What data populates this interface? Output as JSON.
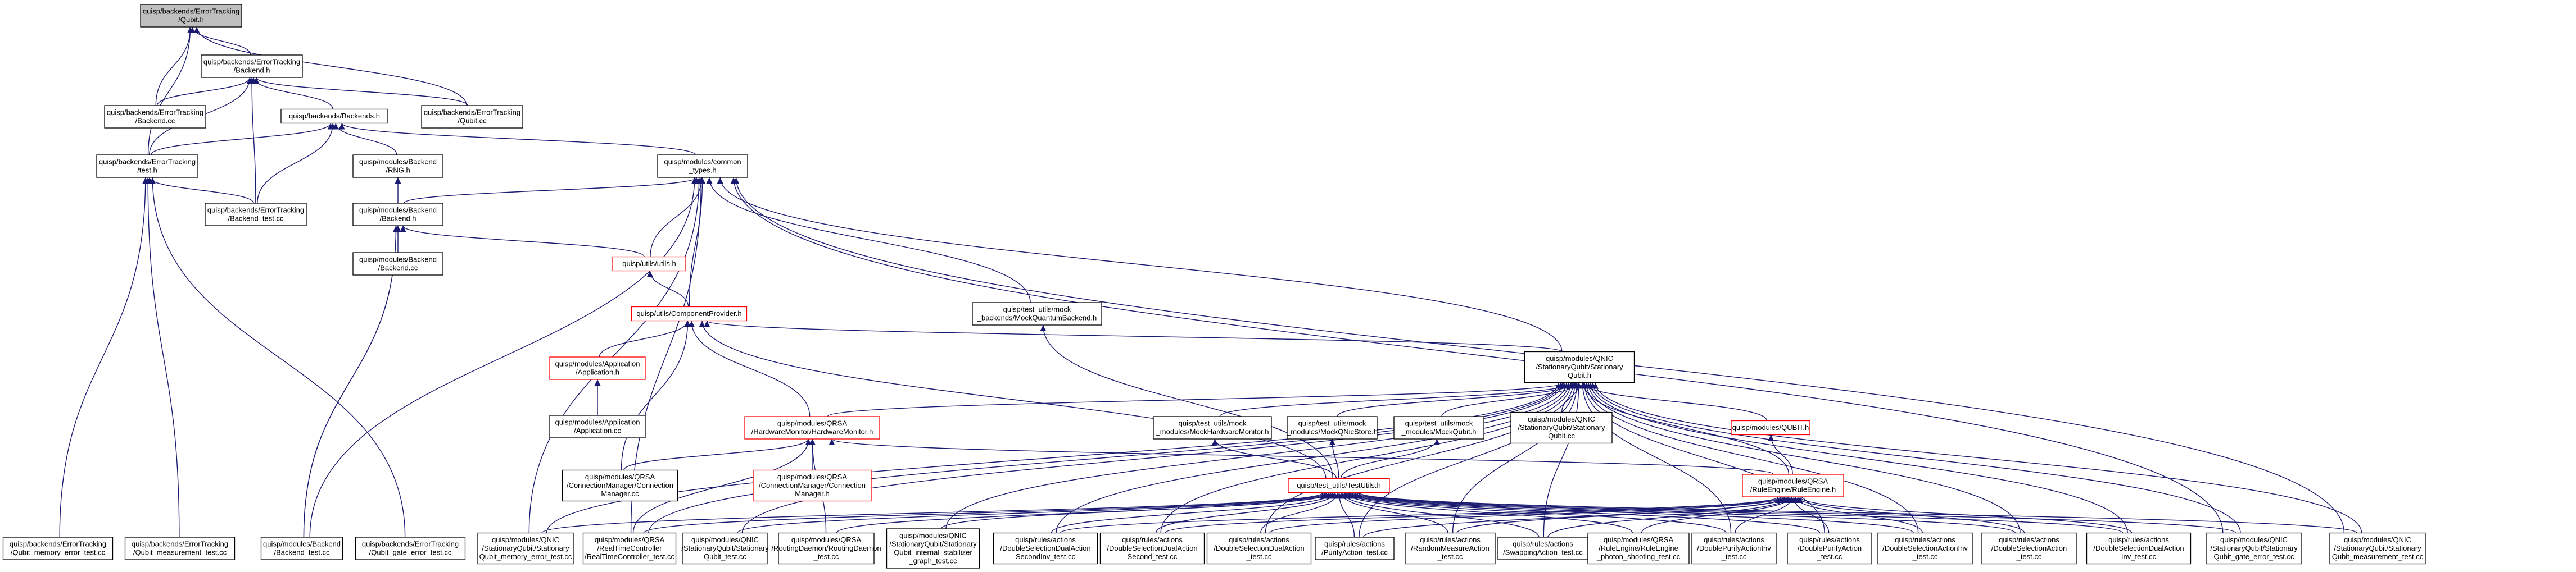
{
  "diagram": {
    "colors": {
      "edge": "#191970",
      "node_border": "#000000",
      "node_fill": "#ffffff",
      "root_fill": "#bfbfbf",
      "truncated_border": "#ff0000",
      "text": "#000000"
    },
    "nodes": [
      {
        "id": "qubit_h",
        "lines": [
          "quisp/backends/ErrorTracking",
          "/Qubit.h"
        ],
        "kind": "root"
      },
      {
        "id": "backend_h",
        "lines": [
          "quisp/backends/ErrorTracking",
          "/Backend.h"
        ],
        "kind": "normal"
      },
      {
        "id": "backend_cc",
        "lines": [
          "quisp/backends/ErrorTracking",
          "/Backend.cc"
        ],
        "kind": "normal"
      },
      {
        "id": "qubit_cc",
        "lines": [
          "quisp/backends/ErrorTracking",
          "/Qubit.cc"
        ],
        "kind": "normal"
      },
      {
        "id": "backends_h",
        "lines": [
          "quisp/backends/Backends.h"
        ],
        "kind": "normal"
      },
      {
        "id": "et_test_h",
        "lines": [
          "quisp/backends/ErrorTracking",
          "/test.h"
        ],
        "kind": "normal"
      },
      {
        "id": "rng_h",
        "lines": [
          "quisp/modules/Backend",
          "/RNG.h"
        ],
        "kind": "normal"
      },
      {
        "id": "types_h",
        "lines": [
          "quisp/modules/common",
          "_types.h"
        ],
        "kind": "normal"
      },
      {
        "id": "et_backend_test",
        "lines": [
          "quisp/backends/ErrorTracking",
          "/Backend_test.cc"
        ],
        "kind": "normal"
      },
      {
        "id": "mod_backend_h",
        "lines": [
          "quisp/modules/Backend",
          "/Backend.h"
        ],
        "kind": "normal"
      },
      {
        "id": "mod_backend_cc",
        "lines": [
          "quisp/modules/Backend",
          "/Backend.cc"
        ],
        "kind": "normal"
      },
      {
        "id": "utils_h",
        "lines": [
          "quisp/utils/utils.h"
        ],
        "kind": "truncated"
      },
      {
        "id": "compprov_h",
        "lines": [
          "quisp/utils/ComponentProvider.h"
        ],
        "kind": "truncated"
      },
      {
        "id": "mockqb_h",
        "lines": [
          "quisp/test_utils/mock",
          "_backends/MockQuantumBackend.h"
        ],
        "kind": "normal"
      },
      {
        "id": "app_h",
        "lines": [
          "quisp/modules/Application",
          "/Application.h"
        ],
        "kind": "truncated"
      },
      {
        "id": "app_cc",
        "lines": [
          "quisp/modules/Application",
          "/Application.cc"
        ],
        "kind": "normal"
      },
      {
        "id": "statqubit_h",
        "lines": [
          "quisp/modules/QNIC",
          "/StationaryQubit/Stationary",
          "Qubit.h"
        ],
        "kind": "normal"
      },
      {
        "id": "hwmon_h",
        "lines": [
          "quisp/modules/QRSA",
          "/HardwareMonitor/HardwareMonitor.h"
        ],
        "kind": "truncated"
      },
      {
        "id": "mockhw_h",
        "lines": [
          "quisp/test_utils/mock",
          "_modules/MockHardwareMonitor.h"
        ],
        "kind": "normal"
      },
      {
        "id": "mockqnic_h",
        "lines": [
          "quisp/test_utils/mock",
          "_modules/MockQNicStore.h"
        ],
        "kind": "normal"
      },
      {
        "id": "mockqubit_h",
        "lines": [
          "quisp/test_utils/mock",
          "_modules/MockQubit.h"
        ],
        "kind": "normal"
      },
      {
        "id": "statqubit_cc",
        "lines": [
          "quisp/modules/QNIC",
          "/StationaryQubit/Stationary",
          "Qubit.cc"
        ],
        "kind": "normal"
      },
      {
        "id": "qubit_mod_h",
        "lines": [
          "quisp/modules/QUBIT.h"
        ],
        "kind": "truncated"
      },
      {
        "id": "connmgr_cc",
        "lines": [
          "quisp/modules/QRSA",
          "/ConnectionManager/Connection",
          "Manager.cc"
        ],
        "kind": "normal"
      },
      {
        "id": "connmgr_h",
        "lines": [
          "quisp/modules/QRSA",
          "/ConnectionManager/Connection",
          "Manager.h"
        ],
        "kind": "truncated"
      },
      {
        "id": "testutils_h",
        "lines": [
          "quisp/test_utils/TestUtils.h"
        ],
        "kind": "truncated"
      },
      {
        "id": "ruleengine_h",
        "lines": [
          "quisp/modules/QRSA",
          "/RuleEngine/RuleEngine.h"
        ],
        "kind": "truncated"
      },
      {
        "id": "b_mem_err",
        "lines": [
          "quisp/backends/ErrorTracking",
          "/Qubit_memory_error_test.cc"
        ],
        "kind": "normal"
      },
      {
        "id": "b_meas_err",
        "lines": [
          "quisp/backends/ErrorTracking",
          "/Qubit_measurement_test.cc"
        ],
        "kind": "normal"
      },
      {
        "id": "b_mod_backend_test",
        "lines": [
          "quisp/modules/Backend",
          "/Backend_test.cc"
        ],
        "kind": "normal"
      },
      {
        "id": "b_gate_err",
        "lines": [
          "quisp/backends/ErrorTracking",
          "/Qubit_gate_error_test.cc"
        ],
        "kind": "normal"
      },
      {
        "id": "b_sq_mem",
        "lines": [
          "quisp/modules/QNIC",
          "/StationaryQubit/Stationary",
          "Qubit_memory_error_test.cc"
        ],
        "kind": "normal"
      },
      {
        "id": "b_rtc_test",
        "lines": [
          "quisp/modules/QRSA",
          "/RealTimeController",
          "/RealTimeController_test.cc"
        ],
        "kind": "normal"
      },
      {
        "id": "b_sq_test",
        "lines": [
          "quisp/modules/QNIC",
          "/StationaryQubit/Stationary",
          "Qubit_test.cc"
        ],
        "kind": "normal"
      },
      {
        "id": "b_routing",
        "lines": [
          "quisp/modules/QRSA",
          "/RoutingDaemon/RoutingDaemon",
          "_test.cc"
        ],
        "kind": "normal"
      },
      {
        "id": "b_sq_graph",
        "lines": [
          "quisp/modules/QNIC",
          "/StationaryQubit/Stationary",
          "Qubit_internal_stabilizer",
          "_graph_test.cc"
        ],
        "kind": "normal"
      },
      {
        "id": "b_dsda_s2",
        "lines": [
          "quisp/rules/actions",
          "/DoubleSelectionDualAction",
          "SecondInv_test.cc"
        ],
        "kind": "normal"
      },
      {
        "id": "b_dsda_s",
        "lines": [
          "quisp/rules/actions",
          "/DoubleSelectionDualAction",
          "Second_test.cc"
        ],
        "kind": "normal"
      },
      {
        "id": "b_dsda",
        "lines": [
          "quisp/rules/actions",
          "/DoubleSelectionDualAction",
          "_test.cc"
        ],
        "kind": "normal"
      },
      {
        "id": "b_purify",
        "lines": [
          "quisp/rules/actions",
          "/PurifyAction_test.cc"
        ],
        "kind": "normal"
      },
      {
        "id": "b_random",
        "lines": [
          "quisp/rules/actions",
          "/RandomMeasureAction",
          "_test.cc"
        ],
        "kind": "normal"
      },
      {
        "id": "b_swap",
        "lines": [
          "quisp/rules/actions",
          "/SwappingAction_test.cc"
        ],
        "kind": "normal"
      },
      {
        "id": "b_re_photon",
        "lines": [
          "quisp/modules/QRSA",
          "/RuleEngine/RuleEngine",
          "_photon_shooting_test.cc"
        ],
        "kind": "normal"
      },
      {
        "id": "b_dpai",
        "lines": [
          "quisp/rules/actions",
          "/DoublePurifyActionInv",
          "_test.cc"
        ],
        "kind": "normal"
      },
      {
        "id": "b_dpa",
        "lines": [
          "quisp/rules/actions",
          "/DoublePurifyAction",
          "_test.cc"
        ],
        "kind": "normal"
      },
      {
        "id": "b_dsai",
        "lines": [
          "quisp/rules/actions",
          "/DoubleSelectionActionInv",
          "_test.cc"
        ],
        "kind": "normal"
      },
      {
        "id": "b_dsa",
        "lines": [
          "quisp/rules/actions",
          "/DoubleSelectionAction",
          "_test.cc"
        ],
        "kind": "normal"
      },
      {
        "id": "b_dsdai",
        "lines": [
          "quisp/rules/actions",
          "/DoubleSelectionDualAction",
          "Inv_test.cc"
        ],
        "kind": "normal"
      },
      {
        "id": "b_sq_gate",
        "lines": [
          "quisp/modules/QNIC",
          "/StationaryQubit/Stationary",
          "Qubit_gate_error_test.cc"
        ],
        "kind": "normal"
      },
      {
        "id": "b_sq_meas",
        "lines": [
          "quisp/modules/QNIC",
          "/StationaryQubit/Stationary",
          "Qubit_measurement_test.cc"
        ],
        "kind": "normal"
      }
    ],
    "edges": [
      [
        "qubit_h",
        "backend_h"
      ],
      [
        "qubit_h",
        "backend_cc"
      ],
      [
        "qubit_h",
        "qubit_cc"
      ],
      [
        "qubit_h",
        "et_test_h"
      ],
      [
        "backend_h",
        "backend_cc"
      ],
      [
        "backend_h",
        "qubit_cc"
      ],
      [
        "backend_h",
        "backends_h"
      ],
      [
        "backend_h",
        "et_test_h"
      ],
      [
        "backend_h",
        "et_backend_test"
      ],
      [
        "backends_h",
        "et_test_h"
      ],
      [
        "backends_h",
        "rng_h"
      ],
      [
        "backends_h",
        "types_h"
      ],
      [
        "backends_h",
        "et_backend_test"
      ],
      [
        "rng_h",
        "mod_backend_h"
      ],
      [
        "types_h",
        "mod_backend_h"
      ],
      [
        "types_h",
        "utils_h"
      ],
      [
        "types_h",
        "compprov_h"
      ],
      [
        "types_h",
        "mockqb_h"
      ],
      [
        "types_h",
        "statqubit_h"
      ],
      [
        "types_h",
        "b_sq_mem"
      ],
      [
        "types_h",
        "b_mod_backend_test"
      ],
      [
        "types_h",
        "b_rtc_test"
      ],
      [
        "types_h",
        "b_sq_gate"
      ],
      [
        "types_h",
        "b_sq_meas"
      ],
      [
        "mod_backend_h",
        "mod_backend_cc"
      ],
      [
        "mod_backend_h",
        "utils_h"
      ],
      [
        "mod_backend_h",
        "b_mod_backend_test"
      ],
      [
        "utils_h",
        "compprov_h"
      ],
      [
        "compprov_h",
        "app_h"
      ],
      [
        "compprov_h",
        "statqubit_h"
      ],
      [
        "compprov_h",
        "hwmon_h"
      ],
      [
        "compprov_h",
        "connmgr_cc"
      ],
      [
        "compprov_h",
        "testutils_h"
      ],
      [
        "app_h",
        "app_cc"
      ],
      [
        "mockqb_h",
        "testutils_h"
      ],
      [
        "statqubit_h",
        "hwmon_h"
      ],
      [
        "statqubit_h",
        "mockhw_h"
      ],
      [
        "statqubit_h",
        "mockqnic_h"
      ],
      [
        "statqubit_h",
        "mockqubit_h"
      ],
      [
        "statqubit_h",
        "statqubit_cc"
      ],
      [
        "statqubit_h",
        "qubit_mod_h"
      ],
      [
        "statqubit_h",
        "ruleengine_h"
      ],
      [
        "statqubit_h",
        "b_sq_mem"
      ],
      [
        "statqubit_h",
        "b_sq_test"
      ],
      [
        "statqubit_h",
        "b_sq_graph"
      ],
      [
        "statqubit_h",
        "b_dsda_s2"
      ],
      [
        "statqubit_h",
        "b_dsda_s"
      ],
      [
        "statqubit_h",
        "b_dsda"
      ],
      [
        "statqubit_h",
        "b_purify"
      ],
      [
        "statqubit_h",
        "b_random"
      ],
      [
        "statqubit_h",
        "b_swap"
      ],
      [
        "statqubit_h",
        "b_dpai"
      ],
      [
        "statqubit_h",
        "b_dpa"
      ],
      [
        "statqubit_h",
        "b_dsai"
      ],
      [
        "statqubit_h",
        "b_dsa"
      ],
      [
        "statqubit_h",
        "b_dsdai"
      ],
      [
        "statqubit_h",
        "b_sq_gate"
      ],
      [
        "statqubit_h",
        "b_sq_meas"
      ],
      [
        "statqubit_h",
        "b_rtc_test"
      ],
      [
        "hwmon_h",
        "connmgr_cc"
      ],
      [
        "hwmon_h",
        "connmgr_h"
      ],
      [
        "hwmon_h",
        "ruleengine_h"
      ],
      [
        "hwmon_h",
        "b_routing"
      ],
      [
        "hwmon_h",
        "b_rtc_test"
      ],
      [
        "mockhw_h",
        "testutils_h"
      ],
      [
        "mockqnic_h",
        "testutils_h"
      ],
      [
        "mockqubit_h",
        "testutils_h"
      ],
      [
        "qubit_mod_h",
        "ruleengine_h"
      ],
      [
        "testutils_h",
        "b_sq_mem"
      ],
      [
        "testutils_h",
        "b_rtc_test"
      ],
      [
        "testutils_h",
        "b_sq_test"
      ],
      [
        "testutils_h",
        "b_routing"
      ],
      [
        "testutils_h",
        "b_sq_graph"
      ],
      [
        "testutils_h",
        "b_dsda_s2"
      ],
      [
        "testutils_h",
        "b_dsda_s"
      ],
      [
        "testutils_h",
        "b_dsda"
      ],
      [
        "testutils_h",
        "b_purify"
      ],
      [
        "testutils_h",
        "b_random"
      ],
      [
        "testutils_h",
        "b_swap"
      ],
      [
        "testutils_h",
        "b_re_photon"
      ],
      [
        "testutils_h",
        "b_dpai"
      ],
      [
        "testutils_h",
        "b_dpa"
      ],
      [
        "testutils_h",
        "b_dsai"
      ],
      [
        "testutils_h",
        "b_dsa"
      ],
      [
        "testutils_h",
        "b_dsdai"
      ],
      [
        "testutils_h",
        "b_sq_gate"
      ],
      [
        "testutils_h",
        "b_sq_meas"
      ],
      [
        "ruleengine_h",
        "b_re_photon"
      ],
      [
        "ruleengine_h",
        "b_dsda_s2"
      ],
      [
        "ruleengine_h",
        "b_dsda_s"
      ],
      [
        "ruleengine_h",
        "b_dsda"
      ],
      [
        "ruleengine_h",
        "b_purify"
      ],
      [
        "ruleengine_h",
        "b_random"
      ],
      [
        "ruleengine_h",
        "b_swap"
      ],
      [
        "ruleengine_h",
        "b_dpai"
      ],
      [
        "ruleengine_h",
        "b_dpa"
      ],
      [
        "ruleengine_h",
        "b_dsai"
      ],
      [
        "ruleengine_h",
        "b_dsa"
      ],
      [
        "ruleengine_h",
        "b_dsdai"
      ],
      [
        "et_test_h",
        "b_mem_err"
      ],
      [
        "et_test_h",
        "b_meas_err"
      ],
      [
        "et_test_h",
        "b_gate_err"
      ],
      [
        "et_test_h",
        "et_backend_test"
      ],
      [
        "mod_backend_h",
        "b_mod_backend_test"
      ]
    ]
  }
}
